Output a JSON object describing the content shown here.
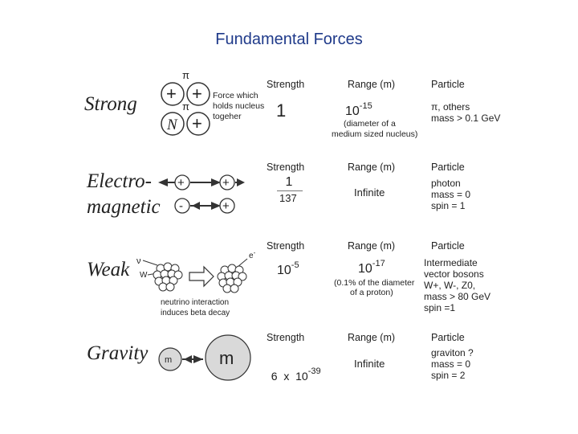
{
  "title": "Fundamental Forces",
  "headers": {
    "strength": "Strength",
    "range": "Range (m)",
    "particle": "Particle"
  },
  "forces": [
    {
      "name": "Strong",
      "diagram": {
        "symbol_pi": "π",
        "plus": "+",
        "nucleon": "N",
        "note_1": "Force which",
        "note_2": "holds nucleus",
        "note_3": "togeher"
      },
      "strength": "1",
      "range_base": "10",
      "range_exp": "-15",
      "range_note_1": "(diameter of a",
      "range_note_2": "medium sized nucleus)",
      "particle_lines": [
        "π, others",
        "mass > 0.1 GeV"
      ]
    },
    {
      "name_1": "Electro-",
      "name_2": "magnetic",
      "diagram": {
        "plus": "+",
        "minus": "-"
      },
      "strength_num": "1",
      "strength_den": "137",
      "range": "Infinite",
      "particle_lines": [
        "photon",
        "mass = 0",
        "spin = 1"
      ]
    },
    {
      "name": "Weak",
      "diagram": {
        "nu": "ν",
        "w": "W",
        "electron": "e",
        "electron_sup": "-",
        "note_1": "neutrino interaction",
        "note_2": "induces beta decay"
      },
      "strength_base": "10",
      "strength_exp": "-5",
      "range_base": "10",
      "range_exp": "-17",
      "range_note_1": "(0.1% of the diameter",
      "range_note_2": "of a proton)",
      "particle_lines": [
        "Intermediate",
        "vector bosons",
        "W+, W-, Z0,",
        "mass > 80 GeV",
        "spin =1"
      ]
    },
    {
      "name": "Gravity",
      "diagram": {
        "small_m": "m",
        "large_m": "m"
      },
      "strength_coef": "6  x  10",
      "strength_exp": "-39",
      "range": "Infinite",
      "particle_lines": [
        "graviton ?",
        "mass = 0",
        "spin = 2"
      ]
    }
  ]
}
